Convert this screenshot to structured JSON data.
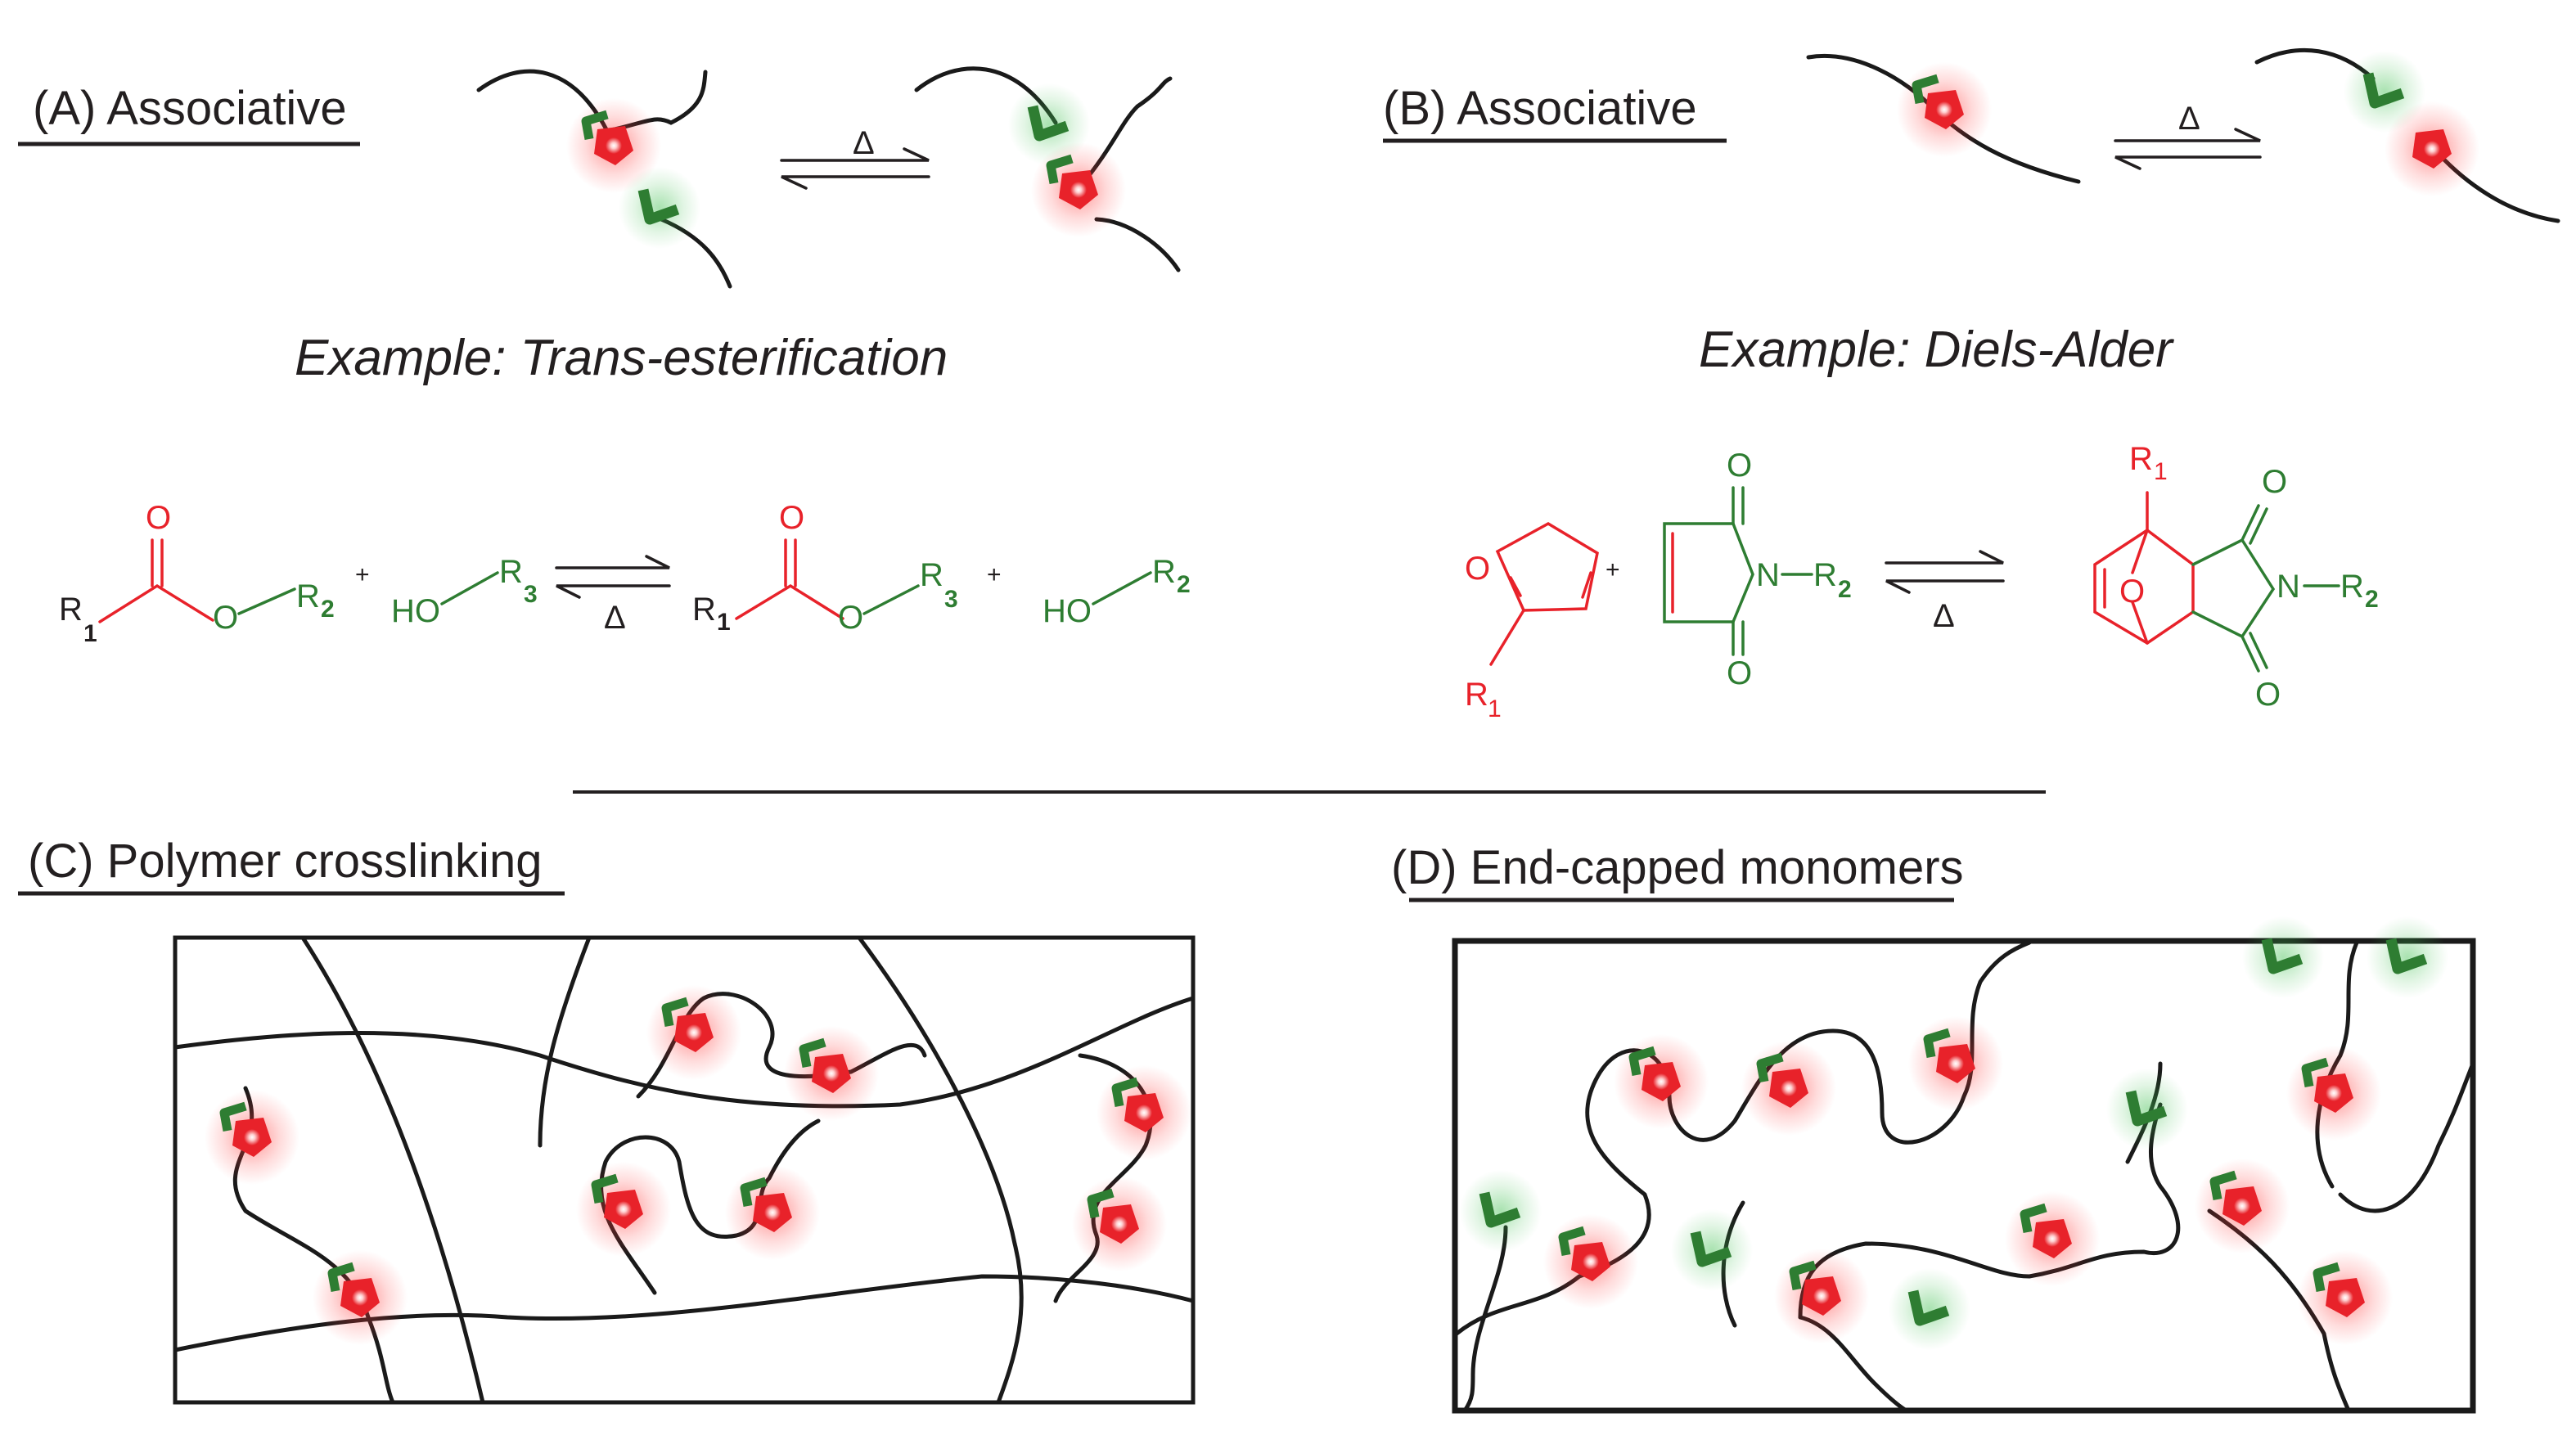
{
  "panels": {
    "a": {
      "label": "(A) Associative",
      "example": "Example: Trans-esterification"
    },
    "b": {
      "label": "(B) Associative",
      "example": "Example: Diels-Alder"
    },
    "c": {
      "label": "(C) Polymer crosslinking"
    },
    "d": {
      "label": "(D) End-capped monomers"
    }
  },
  "symbols": {
    "heat": "Δ",
    "plus": "+"
  },
  "chem_labels": {
    "r1": "R",
    "r1_sub": "1",
    "r2": "R",
    "r2_sub": "2",
    "r3": "R",
    "r3_sub": "3",
    "o": "O",
    "ho": "HO",
    "n": "N"
  },
  "colors": {
    "red": "#e8222a",
    "green": "#2e7d32",
    "glow_red": "#ff3a3a",
    "glow_green": "#3fbf4f",
    "black": "#231f20"
  },
  "icons": {
    "red_unit": "red-reactive-unit-icon",
    "green_unit": "green-cap-unit-icon"
  }
}
